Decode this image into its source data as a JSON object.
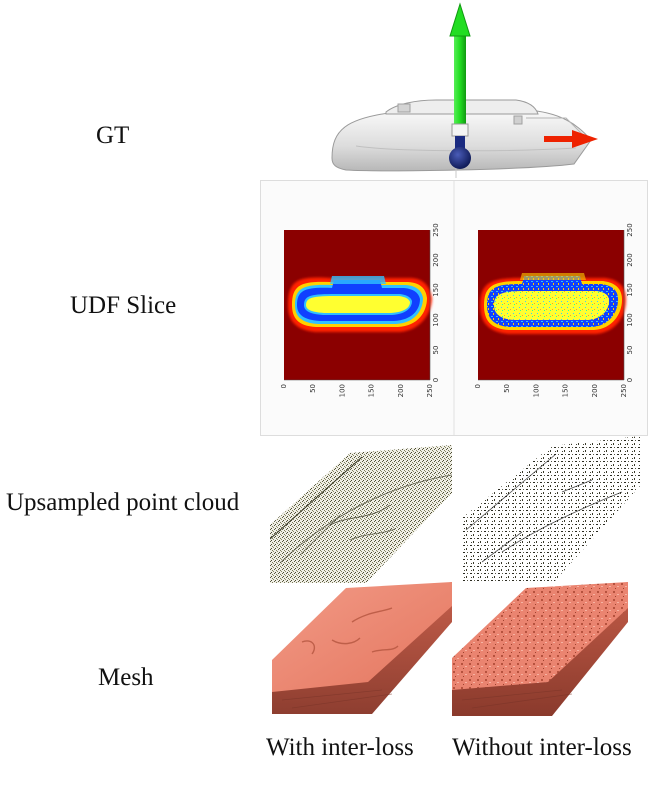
{
  "rows": {
    "gt": "GT",
    "udf": "UDF Slice",
    "upsampled": "Upsampled point cloud",
    "mesh": "Mesh"
  },
  "columns": {
    "with": "With inter-loss",
    "without": "Without inter-loss"
  },
  "udf_plot": {
    "axis_ticks": [
      "0",
      "50",
      "100",
      "150",
      "200",
      "250"
    ],
    "colormap": [
      "#8b0000",
      "#ff2000",
      "#ffd000",
      "#ffff30",
      "#30c0ff",
      "#1040ff"
    ]
  },
  "colors": {
    "axis_up": "#22dd22",
    "axis_forward": "#ee2200",
    "anchor": "#10206a",
    "mesh": "#e87e6a",
    "mesh_dark": "#a84c3e"
  }
}
